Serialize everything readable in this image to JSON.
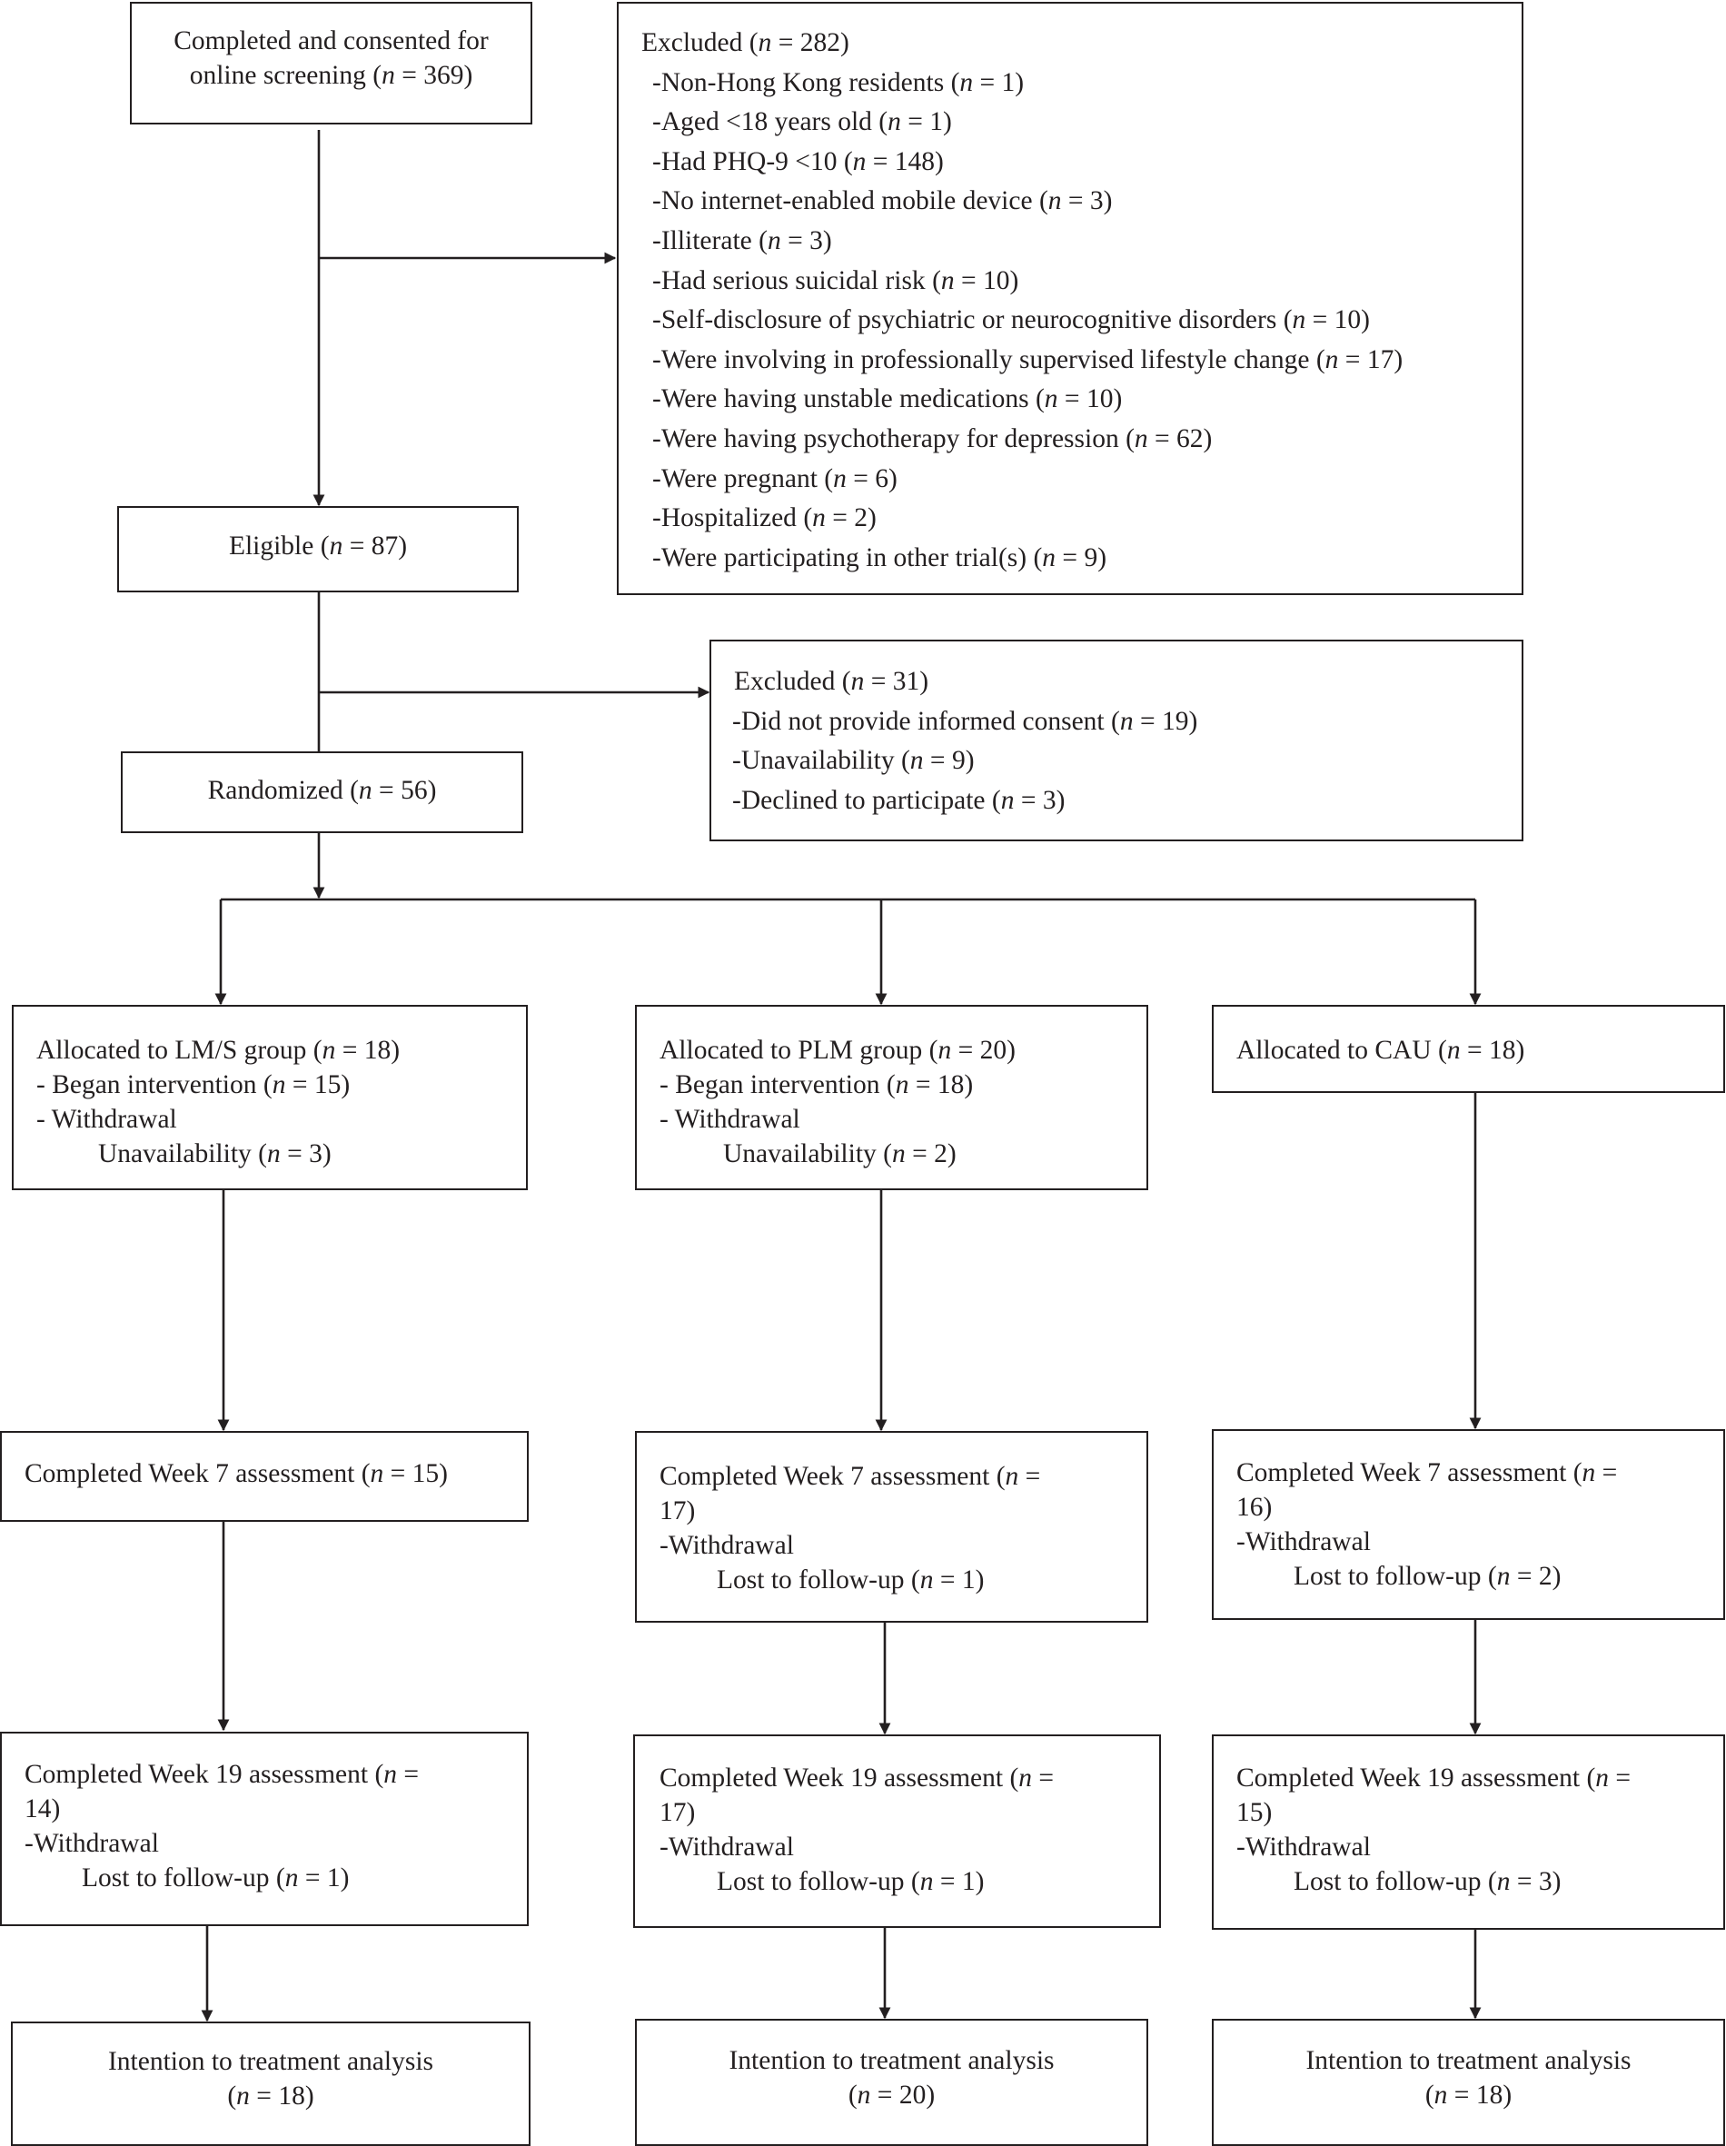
{
  "screening": {
    "lines": [
      "Completed and consented for",
      "online screening (n = 369)"
    ]
  },
  "excluded1": {
    "title": "Excluded (n = 282)",
    "items": [
      "-Non-Hong Kong residents (n = 1)",
      "-Aged <18 years old (n = 1)",
      "-Had PHQ-9 <10 (n = 148)",
      "-No internet-enabled mobile device (n = 3)",
      "-Illiterate (n = 3)",
      "-Had serious suicidal risk (n = 10)",
      "-Self-disclosure of psychiatric or neurocognitive disorders (n = 10)",
      "-Were involving in professionally supervised lifestyle change (n = 17)",
      "-Were having unstable medications (n = 10)",
      "-Were having psychotherapy for depression (n = 62)",
      "-Were pregnant (n = 6)",
      "-Hospitalized (n = 2)",
      "-Were participating in other trial(s) (n = 9)"
    ]
  },
  "eligible": {
    "label": "Eligible (n = 87)"
  },
  "excluded2": {
    "title": "Excluded (n = 31)",
    "items": [
      "-Did not provide informed consent (n = 19)",
      "-Unavailability (n = 9)",
      "-Declined to participate (n = 3)"
    ]
  },
  "randomized": {
    "label": "Randomized (n = 56)"
  },
  "groups": [
    {
      "allocated": [
        "Allocated to LM/S group (n = 18)",
        "- Began intervention (n = 15)",
        "- Withdrawal",
        "Unavailability (n = 3)"
      ],
      "week7": [
        "Completed Week 7 assessment (n = 15)"
      ],
      "week19": [
        "Completed Week 19 assessment (n =",
        "14)",
        "-Withdrawal",
        "Lost to follow-up (n = 1)"
      ],
      "itt": [
        "Intention to treatment analysis",
        "(n = 18)"
      ]
    },
    {
      "allocated": [
        "Allocated to PLM group (n = 20)",
        "- Began intervention (n = 18)",
        "- Withdrawal",
        "Unavailability (n = 2)"
      ],
      "week7": [
        "Completed Week 7 assessment (n =",
        "17)",
        "-Withdrawal",
        "Lost to follow-up (n = 1)"
      ],
      "week19": [
        "Completed Week 19 assessment (n =",
        "17)",
        "-Withdrawal",
        "Lost to follow-up (n = 1)"
      ],
      "itt": [
        "Intention to treatment analysis",
        "(n = 20)"
      ]
    },
    {
      "allocated": [
        "Allocated to CAU (n = 18)"
      ],
      "week7": [
        "Completed Week 7 assessment (n =",
        "16)",
        "-Withdrawal",
        "Lost to follow-up (n = 2)"
      ],
      "week19": [
        "Completed Week 19 assessment (n =",
        "15)",
        "-Withdrawal",
        "Lost to follow-up (n = 3)"
      ],
      "itt": [
        "Intention to treatment analysis",
        "(n = 18)"
      ]
    }
  ],
  "colors": {
    "line": "#231f20",
    "background": "#ffffff"
  }
}
